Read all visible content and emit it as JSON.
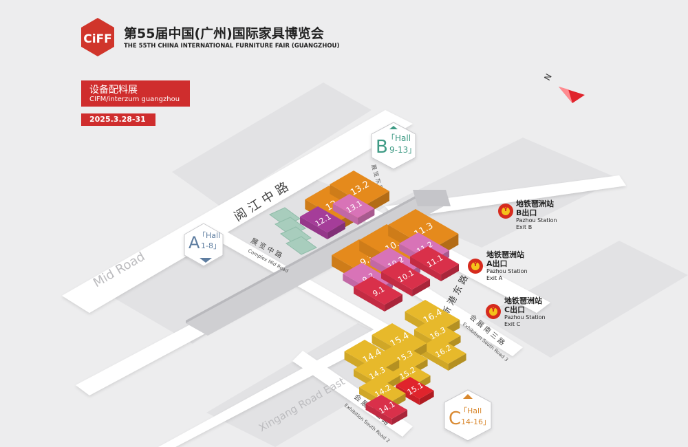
{
  "header": {
    "logo_text": "CiFF",
    "title_zh": "第55届中国(广州)国际家具博览会",
    "title_en": "THE 55TH CHINA INTERNATIONAL FURNITURE FAIR (GUANGZHOU)"
  },
  "event": {
    "name_zh": "设备配料展",
    "name_en": "CIFM/interzum guangzhou",
    "date": "2025.3.28-31"
  },
  "colors": {
    "background": "#ededee",
    "road": "#ffffff",
    "orange": "#e58a1c",
    "purple": "#a53d99",
    "pink": "#d873b7",
    "red": "#d9304a",
    "yellow": "#e7b92b",
    "bright_red": "#e0242c",
    "accent": "#cf2d2d",
    "hall_a": "#5e7da0",
    "hall_b": "#3e9a84",
    "hall_c": "#d98930"
  },
  "compass": {
    "label": "N"
  },
  "hall_markers": [
    {
      "id": "A",
      "letter": "A",
      "word": "「Hall",
      "range": "1-8」"
    },
    {
      "id": "B",
      "letter": "B",
      "word": "「Hall",
      "range": "9-13」"
    },
    {
      "id": "C",
      "letter": "C",
      "word": "「Hall",
      "range": "14-16」"
    }
  ],
  "roads": [
    {
      "id": "yuejiang",
      "label": "阅 江 中 路"
    },
    {
      "id": "yuejiang-en",
      "label": "Mid Road"
    },
    {
      "id": "complex-mid",
      "label": "展 览 中 路"
    },
    {
      "id": "complex-mid-en",
      "label": "Complex Mid Road"
    },
    {
      "id": "xingang-east",
      "label": "新 港 东 路"
    },
    {
      "id": "xingang-east-en",
      "label": "Xingang Road East"
    },
    {
      "id": "south3",
      "label": "会 展 南 三 路"
    },
    {
      "id": "south3-en",
      "label": "Exhibition South Road 3"
    },
    {
      "id": "south2",
      "label": "会 展 南 二 路"
    },
    {
      "id": "south2-en",
      "label": "Exhibition South Road 2"
    },
    {
      "id": "exh-east",
      "label": "展 览 东 路"
    }
  ],
  "stations": [
    {
      "id": "B",
      "zh": "地铁琶洲站",
      "exit_zh": "B出口",
      "en": "Pazhou Station",
      "exit_en": "Exit B"
    },
    {
      "id": "A",
      "zh": "地铁琶洲站",
      "exit_zh": "A出口",
      "en": "Pazhou Station",
      "exit_en": "Exit A"
    },
    {
      "id": "C",
      "zh": "地铁琶洲站",
      "exit_zh": "C出口",
      "en": "Pazhou Station",
      "exit_en": "Exit C"
    }
  ],
  "metro_symbol": "Y",
  "halls": [
    {
      "label": "12.2",
      "color": "orange"
    },
    {
      "label": "13.2",
      "color": "orange"
    },
    {
      "label": "12.1",
      "color": "purple"
    },
    {
      "label": "13.1",
      "color": "pink"
    },
    {
      "label": "9.3",
      "color": "orange"
    },
    {
      "label": "10.3",
      "color": "orange"
    },
    {
      "label": "11.3",
      "color": "orange"
    },
    {
      "label": "9.2",
      "color": "pink"
    },
    {
      "label": "10.2",
      "color": "pink"
    },
    {
      "label": "11.2",
      "color": "pink"
    },
    {
      "label": "9.1",
      "color": "red"
    },
    {
      "label": "10.1",
      "color": "red"
    },
    {
      "label": "11.1",
      "color": "red"
    },
    {
      "label": "16.4",
      "color": "yellow"
    },
    {
      "label": "16.3",
      "color": "yellow"
    },
    {
      "label": "16.2",
      "color": "yellow"
    },
    {
      "label": "15.4",
      "color": "yellow"
    },
    {
      "label": "15.3",
      "color": "yellow"
    },
    {
      "label": "15.2",
      "color": "yellow"
    },
    {
      "label": "15.1",
      "color": "bright_red"
    },
    {
      "label": "14.4",
      "color": "yellow"
    },
    {
      "label": "14.3",
      "color": "yellow"
    },
    {
      "label": "14.2",
      "color": "yellow"
    },
    {
      "label": "14.1",
      "color": "red"
    }
  ]
}
